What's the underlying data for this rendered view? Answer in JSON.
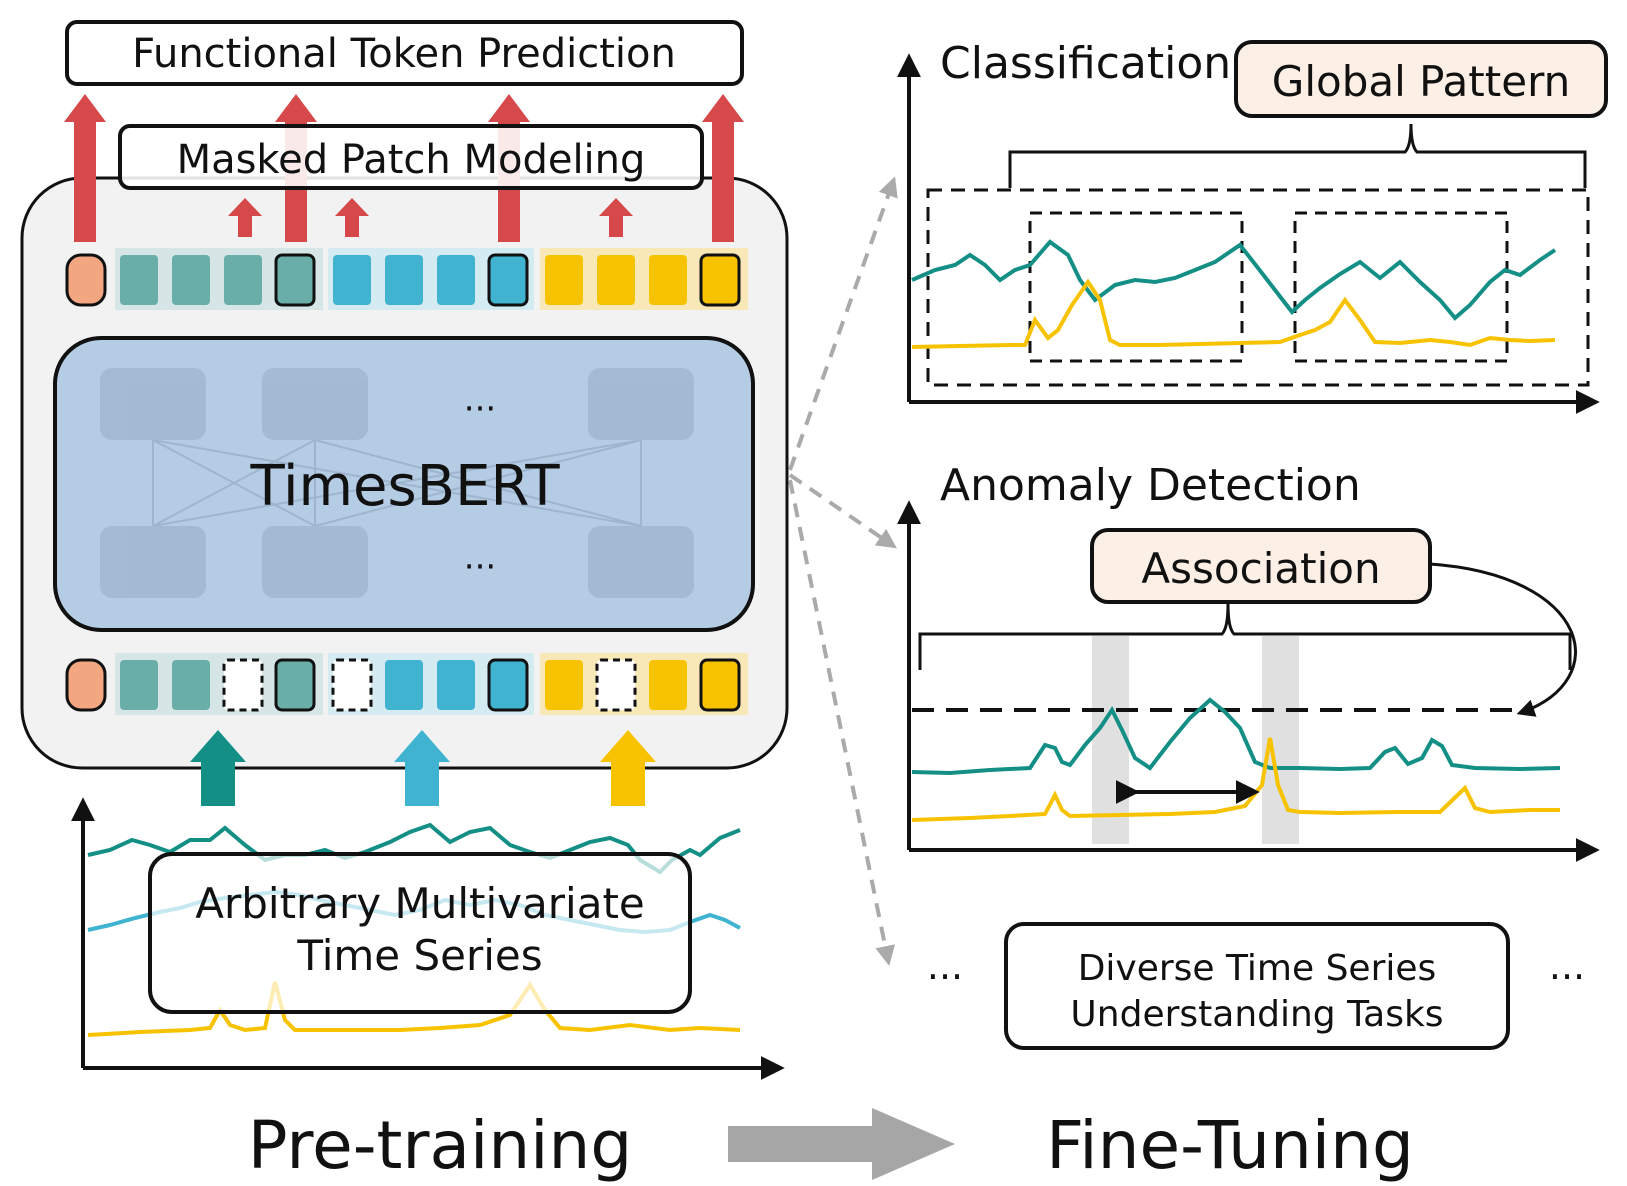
{
  "pretraining": {
    "top_label": "Functional Token Prediction",
    "mask_label": "Masked Patch Modeling",
    "model_label": "TimesBERT",
    "ellipsis": "···",
    "input_label_line1": "Arbitrary Multivariate",
    "input_label_line2": "Time Series",
    "stage_label": "Pre-training"
  },
  "finetuning": {
    "stage_label": "Fine-Tuning",
    "classification": {
      "title": "Classification",
      "tag": "Global Pattern"
    },
    "anomaly": {
      "title": "Anomaly Detection",
      "tag": "Association"
    },
    "more": {
      "line1": "Diverse Time Series",
      "line2": "Understanding Tasks",
      "ellipsis": "···"
    }
  },
  "colors": {
    "teal": "#138f86",
    "teal_patch": "#6aaea9",
    "blue": "#3fb3cf",
    "yellow": "#f7c300",
    "red_arrow": "#d6494a",
    "peach_token": "#f3a780",
    "model_fill": "#b4cce4",
    "panel_fill": "#f2f2f2",
    "gray_arrow": "#a6a6a6",
    "tag_fill": "#fcefe6"
  }
}
